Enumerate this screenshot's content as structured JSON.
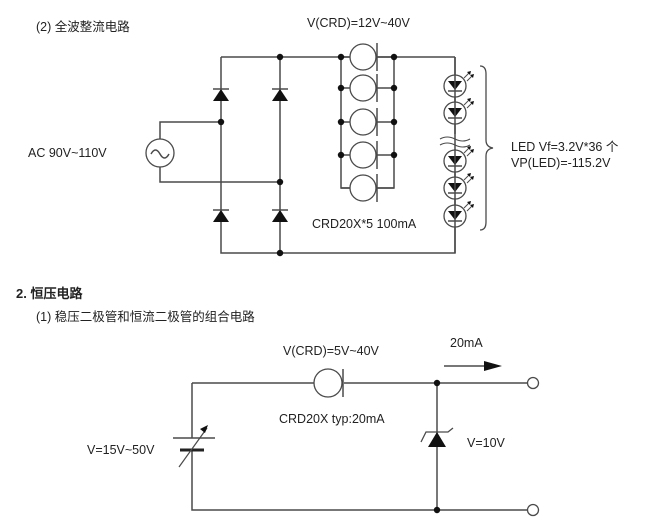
{
  "section1": {
    "subheading": "(2) 全波整流电路",
    "crd_voltage_label": "V(CRD)=12V~40V",
    "ac_label": "AC 90V~110V",
    "crd_array_label": "CRD20X*5 100mA",
    "led_vf_label": "LED Vf=3.2V*36 个",
    "led_vp_label": "VP(LED)=-115.2V",
    "components": {
      "bridge_diodes": 4,
      "crd_count": 5,
      "led_count_drawn": 5,
      "led_count_total": 36
    }
  },
  "section2": {
    "heading": "2. 恒压电路",
    "subheading": "(1) 稳压二极管和恒流二极管的组合电路",
    "crd_voltage_label": "V(CRD)=5V~40V",
    "current_label": "20mA",
    "crd_label": "CRD20X typ:20mA",
    "source_label": "V=15V~50V",
    "zener_label": "V=10V"
  }
}
